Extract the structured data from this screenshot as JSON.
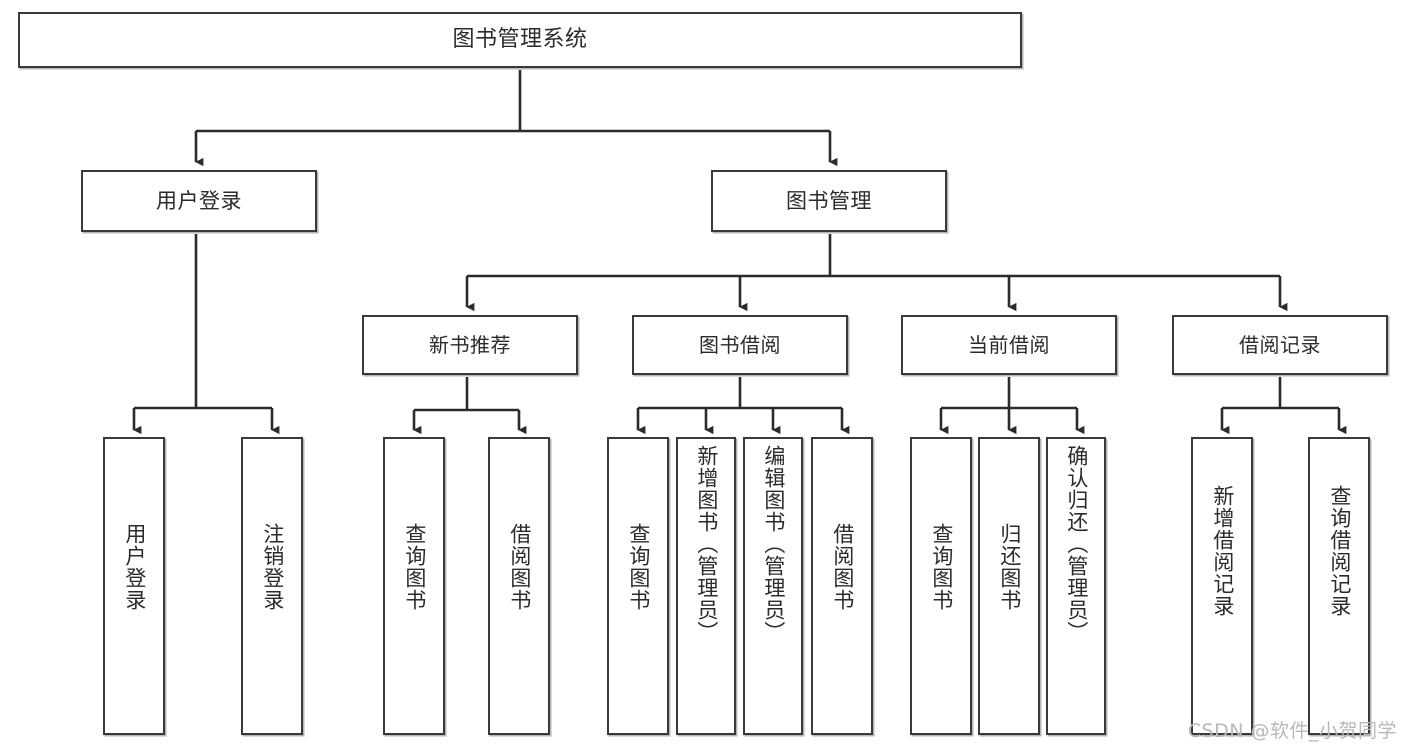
{
  "diagram": {
    "title": "图书管理系统",
    "type": "tree-hierarchy-diagram",
    "watermark": "CSDN @软件_小贺同学",
    "colors": {
      "box_border": "#3a3a3a",
      "box_fill": "#ffffff",
      "text": "#2b2b2b",
      "connector": "#2b2b2b",
      "watermark": "#b8b8b8"
    },
    "root": {
      "label": "图书管理系统"
    },
    "level2": [
      {
        "id": "user-login",
        "label": "用户登录"
      },
      {
        "id": "book-management",
        "label": "图书管理"
      }
    ],
    "level3": [
      {
        "id": "new-book-recommend",
        "label": "新书推荐"
      },
      {
        "id": "book-borrow",
        "label": "图书借阅"
      },
      {
        "id": "current-borrow",
        "label": "当前借阅"
      },
      {
        "id": "borrow-record",
        "label": "借阅记录"
      }
    ],
    "leaves": {
      "user-login": [
        {
          "id": "leaf-user-login",
          "label": "用户登录"
        },
        {
          "id": "leaf-logout-login",
          "label": "注销登录"
        }
      ],
      "new-book-recommend": [
        {
          "id": "leaf-query-book-1",
          "label": "查询图书"
        },
        {
          "id": "leaf-borrow-book-1",
          "label": "借阅图书"
        }
      ],
      "book-borrow": [
        {
          "id": "leaf-query-book-2",
          "label": "查询图书"
        },
        {
          "id": "leaf-add-book",
          "label": "新增图书（管理员）"
        },
        {
          "id": "leaf-edit-book",
          "label": "编辑图书（管理员）"
        },
        {
          "id": "leaf-borrow-book-2",
          "label": "借阅图书"
        }
      ],
      "current-borrow": [
        {
          "id": "leaf-query-book-3",
          "label": "查询图书"
        },
        {
          "id": "leaf-return-book",
          "label": "归还图书"
        },
        {
          "id": "leaf-confirm-return",
          "label": "确认归还（管理员）"
        }
      ],
      "borrow-record": [
        {
          "id": "leaf-add-record",
          "label": "新增借阅记录"
        },
        {
          "id": "leaf-query-record",
          "label": "查询借阅记录"
        }
      ]
    }
  }
}
